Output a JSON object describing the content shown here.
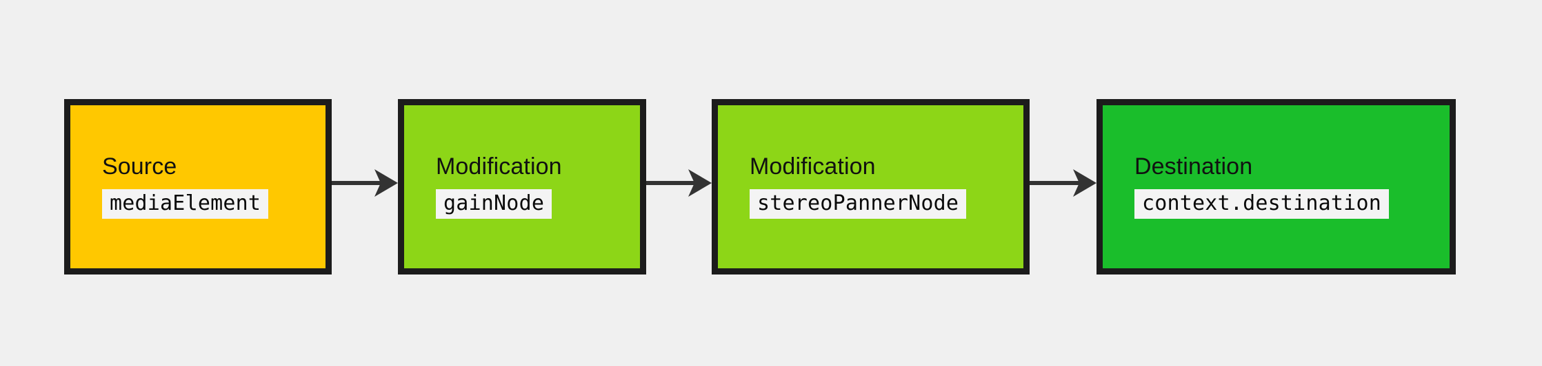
{
  "diagram": {
    "type": "flowchart",
    "direction": "left-to-right",
    "background_color": "#f0f0f0",
    "edge_color": "#333333",
    "border_color": "#1c1c1c",
    "code_label_background": "#f4f4f4",
    "nodes": [
      {
        "id": "source",
        "title": "Source",
        "code": "mediaElement",
        "fill": "#ffc800",
        "role": "source"
      },
      {
        "id": "gain",
        "title": "Modification",
        "code": "gainNode",
        "fill": "#8dd617",
        "role": "modification"
      },
      {
        "id": "panner",
        "title": "Modification",
        "code": "stereoPannerNode",
        "fill": "#8dd617",
        "role": "modification"
      },
      {
        "id": "destination",
        "title": "Destination",
        "code": "context.destination",
        "fill": "#1abe2b",
        "role": "destination"
      }
    ],
    "edges": [
      {
        "id": "source-gain",
        "from": "source",
        "to": "gain",
        "arrow": "arrowhead-right"
      },
      {
        "id": "gain-panner",
        "from": "gain",
        "to": "panner",
        "arrow": "arrowhead-right"
      },
      {
        "id": "panner-destination",
        "from": "panner",
        "to": "destination",
        "arrow": "arrowhead-right"
      }
    ]
  }
}
